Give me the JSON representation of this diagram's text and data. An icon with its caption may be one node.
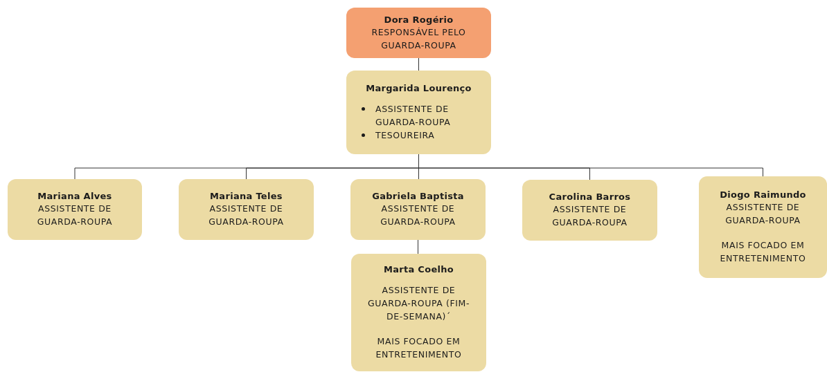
{
  "diagram": {
    "nodes": [
      {
        "text": [
          "Dora Rogério",
          "RESPONSÁVEL PELO GUARDA-ROUPA"
        ]
      },
      {
        "text": [
          "Margarida Lourenço",
          "ASSISTENTE DE GUARDA-ROUPA",
          "TESOUREIRA"
        ]
      },
      {
        "text": [
          "Mariana Alves",
          "ASSISTENTE DE GUARDA-ROUPA"
        ]
      },
      {
        "text": [
          "Mariana Teles",
          "ASSISTENTE DE GUARDA-ROUPA"
        ]
      },
      {
        "text": [
          "Gabriela Baptista",
          "ASSISTENTE DE GUARDA-ROUPA"
        ]
      },
      {
        "text": [
          "Carolina Barros",
          "ASSISTENTE DE GUARDA-ROUPA"
        ]
      },
      {
        "text": [
          "Diogo Raimundo",
          "ASSISTENTE DE GUARDA-ROUPA",
          "MAIS FOCADO EM ENTRETENIMENTO"
        ]
      },
      {
        "text": [
          "Marta Coelho",
          "ASSISTENTE DE GUARDA-ROUPA (FIM-DE-SEMANA)´",
          "MAIS FOCADO EM ENTRETENIMENTO"
        ]
      }
    ],
    "edges": [
      {
        "from": 0,
        "to": 1,
        "arrow": "none"
      },
      {
        "from": 1,
        "to": 2,
        "arrow": "none"
      },
      {
        "from": 1,
        "to": 3,
        "arrow": "none"
      },
      {
        "from": 1,
        "to": 4,
        "arrow": "none"
      },
      {
        "from": 1,
        "to": 5,
        "arrow": "none"
      },
      {
        "from": 1,
        "to": 6,
        "arrow": "none"
      },
      {
        "from": 4,
        "to": 7,
        "arrow": "none"
      }
    ]
  }
}
